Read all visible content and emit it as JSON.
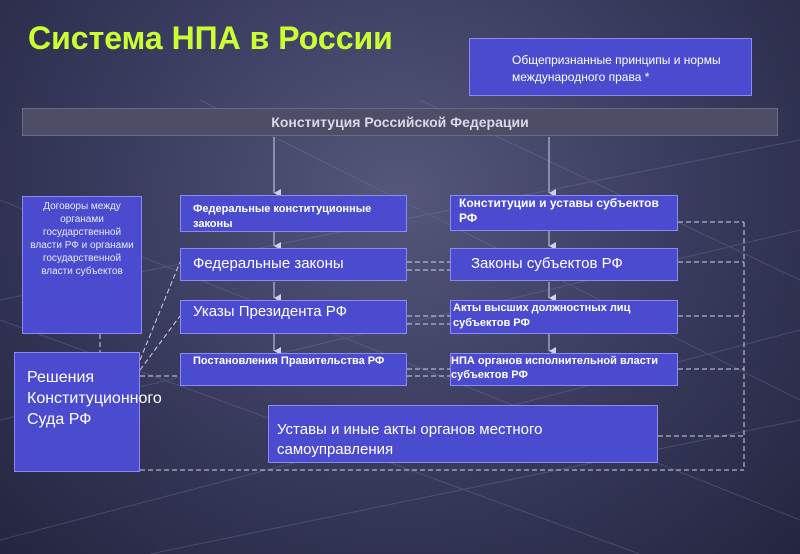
{
  "title": "Система НПА в России",
  "boxes": {
    "international": "Общепризнанные принципы и нормы международного права *",
    "constitution": "Конституция Российской Федерации",
    "treaties": "Договоры между органами государственной власти РФ и органами государственной власти субъектов",
    "constitutional_court": "Решения Конституционного Суда РФ",
    "federal_constitutional_laws": "Федеральные конституционные законы",
    "federal_laws": "Федеральные законы",
    "presidential_decrees": "Указы Президента РФ",
    "government_resolutions": "Постановления Правительства РФ",
    "subject_constitutions": "Конституции и уставы субъектов РФ",
    "subject_laws": "Законы субъектов РФ",
    "subject_officials_acts": "Акты высших должностных лиц субъектов РФ",
    "subject_executive_acts": "НПА органов исполнительной власти субъектов РФ",
    "local_government_acts": "Уставы и иные акты органов местного самоуправления"
  },
  "colors": {
    "title": "#ccff33",
    "box_fill": "#4b4bd0",
    "constitution_bar": "#4d4d68",
    "background": "#2f3154"
  }
}
